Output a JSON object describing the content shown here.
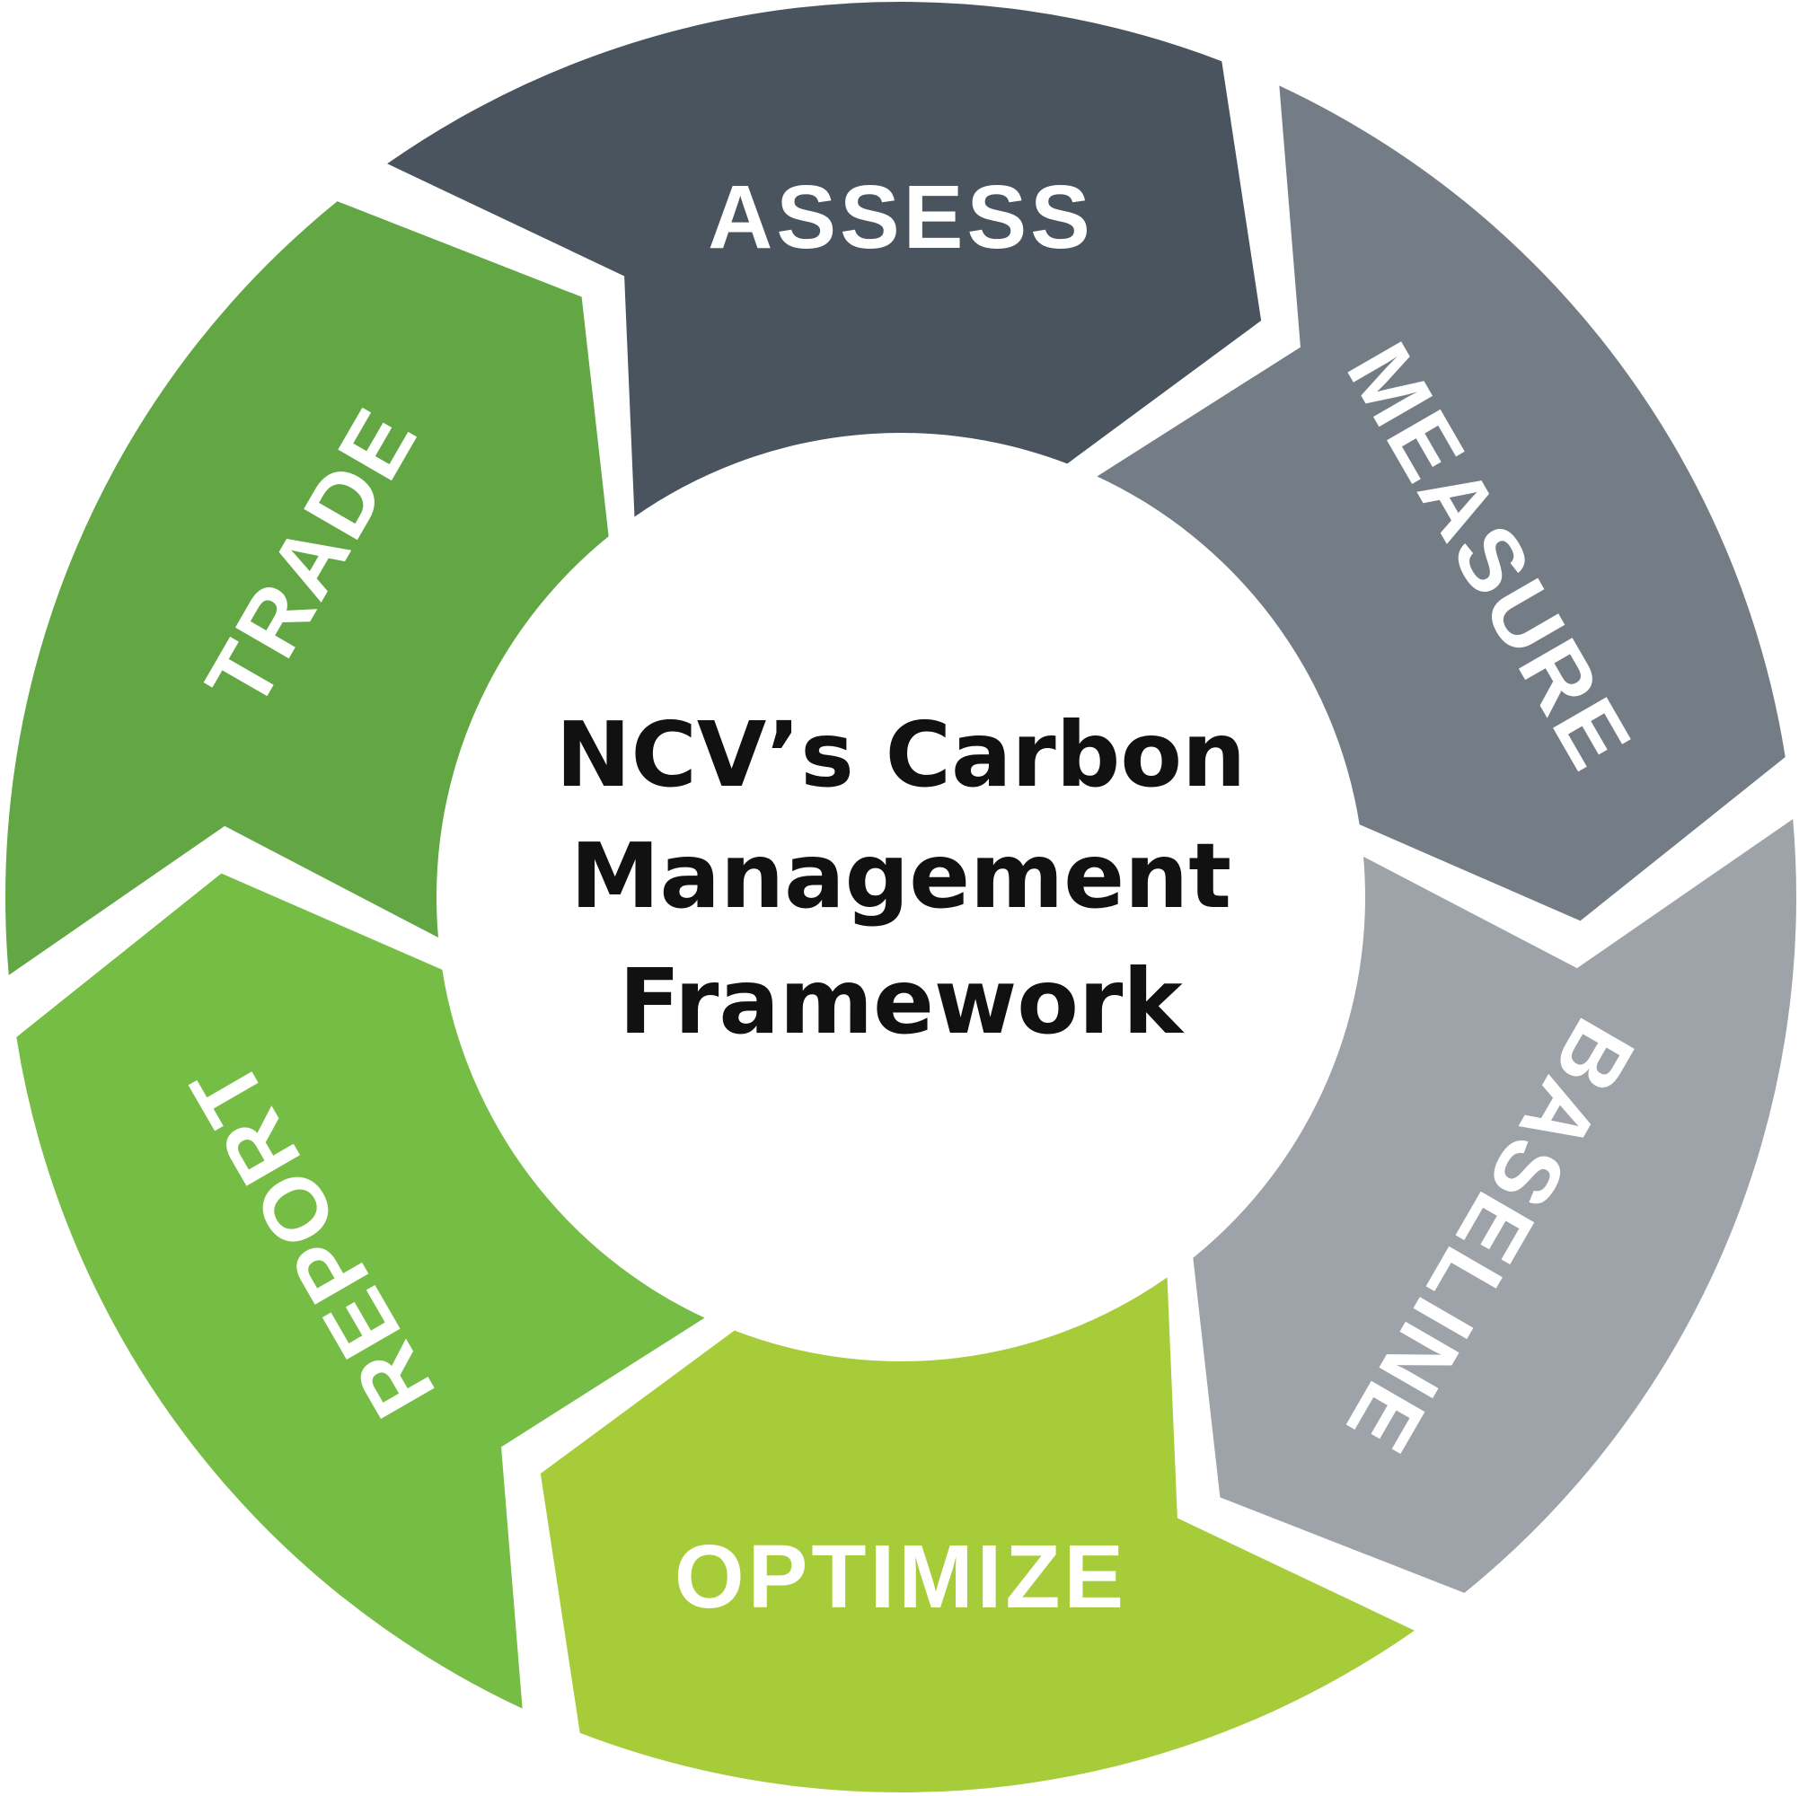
{
  "title_lines": [
    "NCV’s Carbon",
    "Management",
    "Framework"
  ],
  "segments": [
    {
      "label": "ASSESS",
      "color": "#4a545e"
    },
    {
      "label": "MEASURE",
      "color": "#747d85"
    },
    {
      "label": "BASELINE",
      "color": "#9da3a9"
    },
    {
      "label": "OPTIMIZE",
      "color": "#a6cc3a"
    },
    {
      "label": "REPORT",
      "color": "#76bd45"
    },
    {
      "label": "TRADE",
      "color": "#62a744"
    }
  ]
}
